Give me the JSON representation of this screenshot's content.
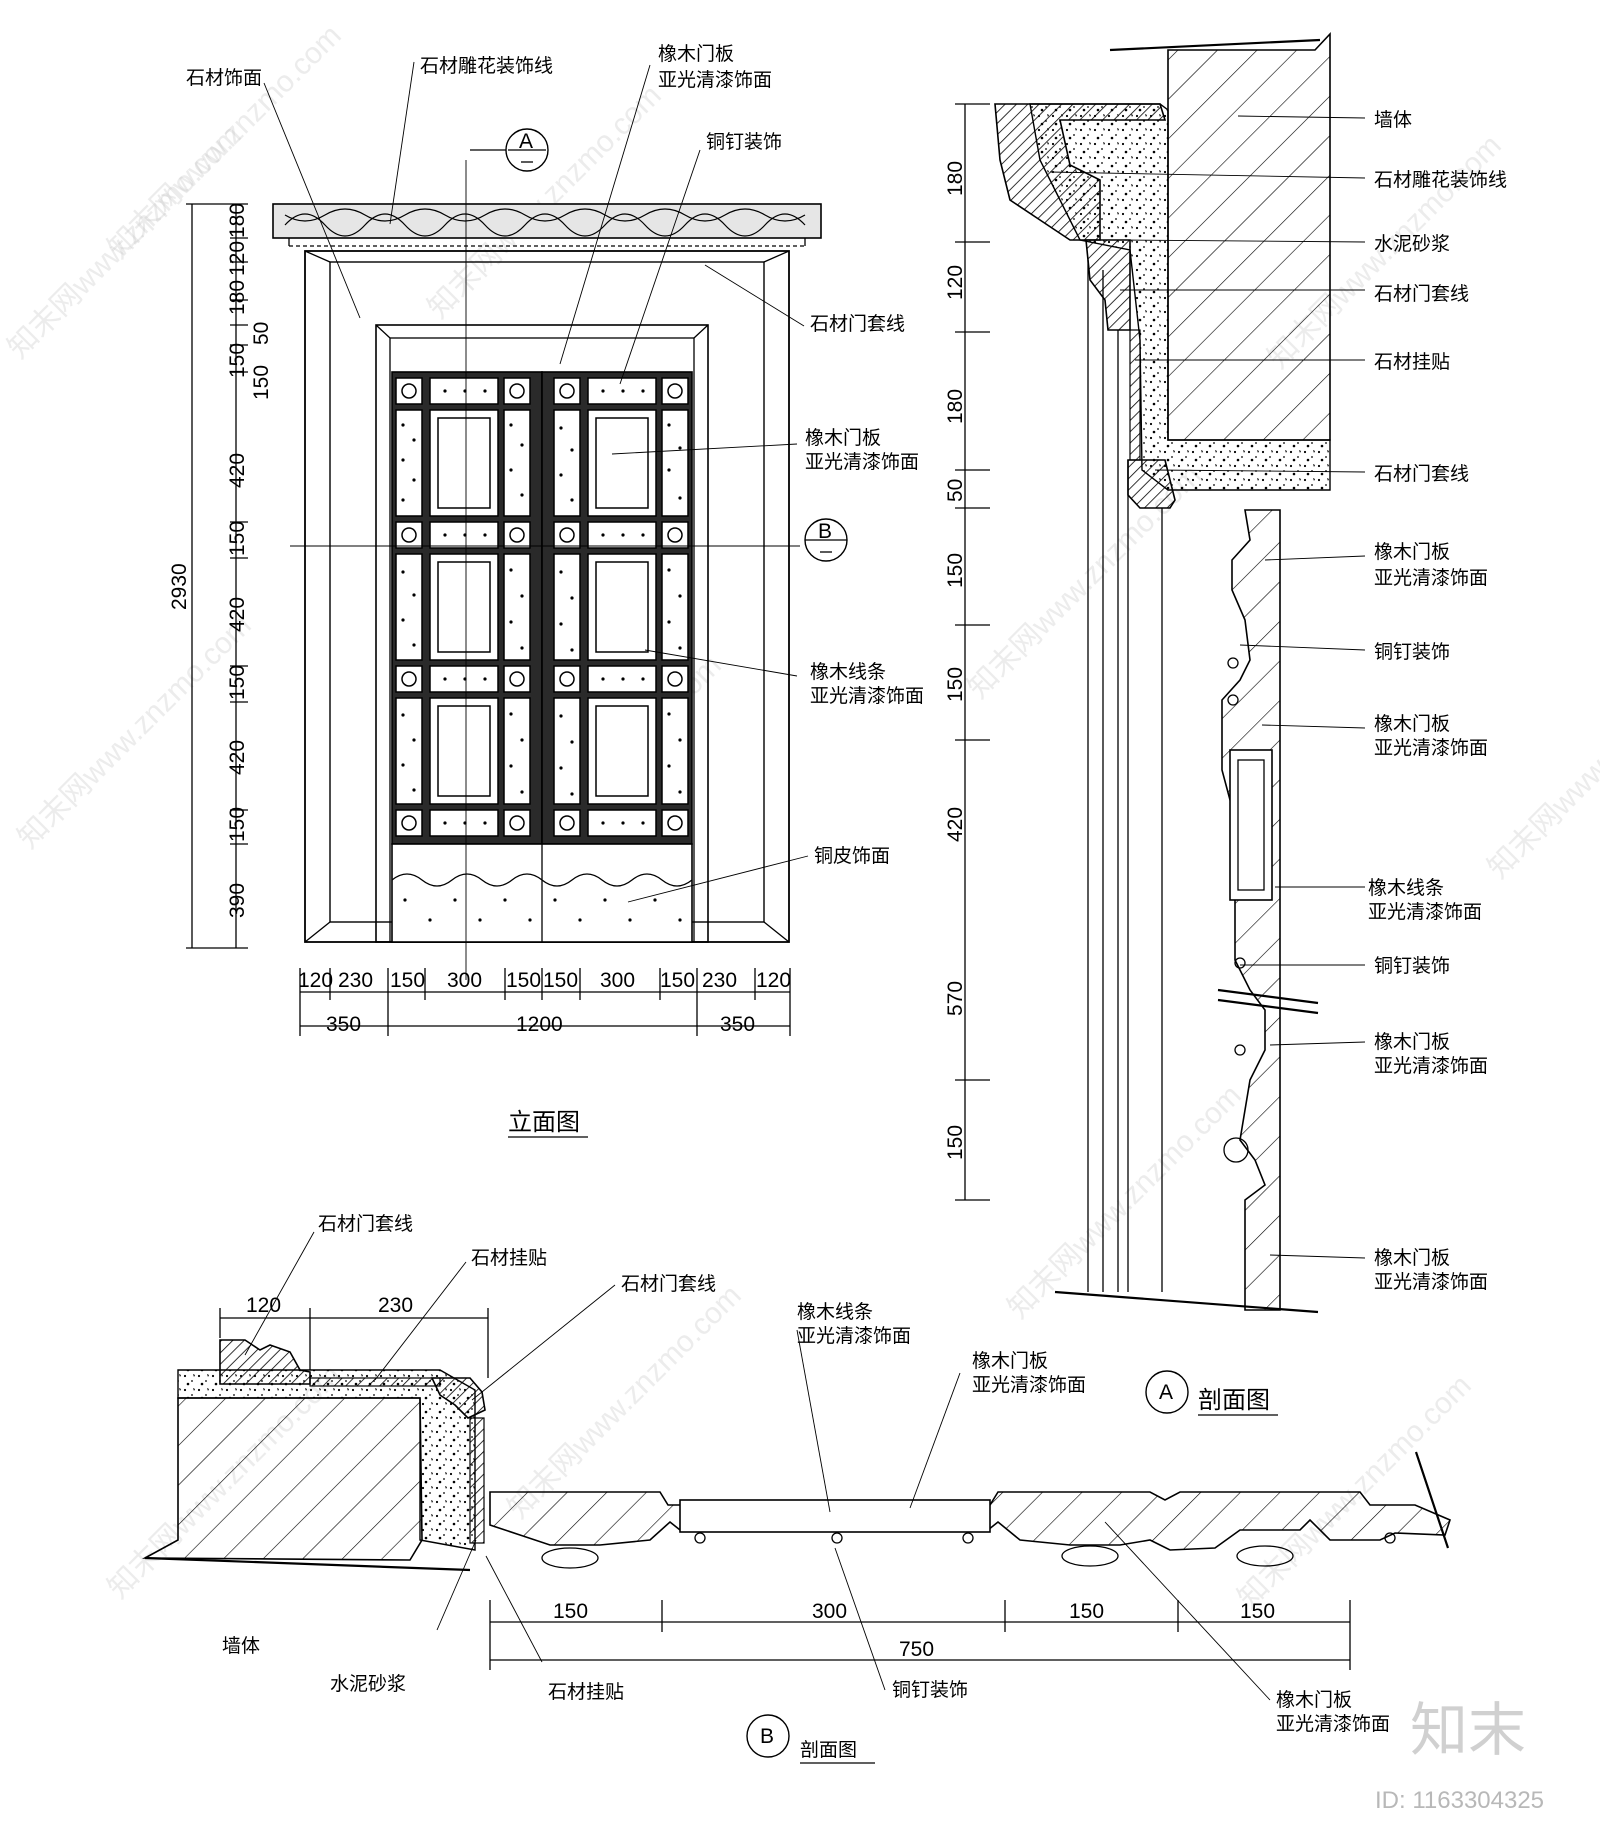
{
  "elevation": {
    "title": "立面图",
    "labels": {
      "stone_face": "石材饰面",
      "carved_line": "石材雕花装饰线",
      "oak_panel_1": "橡木门板",
      "oak_panel_2": "亚光清漆饰面",
      "copper_nail": "铜钉装饰",
      "stone_frame": "石材门套线",
      "oak_panel_b1": "橡木门板",
      "oak_panel_b2": "亚光清漆饰面",
      "oak_strip_1": "橡木线条",
      "oak_strip_2": "亚光清漆饰面",
      "copper_skin": "铜皮饰面"
    },
    "left_dims": [
      "180",
      "120",
      "180",
      "50",
      "150",
      "150",
      "420",
      "150",
      "420",
      "150",
      "420",
      "150",
      "390"
    ],
    "total_height": "2930",
    "bottom_dims_row1": [
      "120",
      "230",
      "150",
      "300",
      "150",
      "150",
      "300",
      "150",
      "230",
      "120"
    ],
    "bottom_dims_row2": [
      "350",
      "1200",
      "350"
    ],
    "section_marks": {
      "a_letter": "A",
      "b_letter": "B"
    }
  },
  "section_a": {
    "title": "剖面图",
    "mark": "A",
    "labels": {
      "wall": "墙体",
      "carved_line": "石材雕花装饰线",
      "mortar": "水泥砂浆",
      "stone_frame_1": "石材门套线",
      "stone_hang": "石材挂贴",
      "stone_frame_2": "石材门套线",
      "oak_panel_1a": "橡木门板",
      "oak_panel_1b": "亚光清漆饰面",
      "copper_nail_1": "铜钉装饰",
      "oak_panel_2a": "橡木门板",
      "oak_panel_2b": "亚光清漆饰面",
      "oak_strip_a": "橡木线条",
      "oak_strip_b": "亚光清漆饰面",
      "copper_nail_2": "铜钉装饰",
      "oak_panel_3a": "橡木门板",
      "oak_panel_3b": "亚光清漆饰面",
      "oak_panel_4a": "橡木门板",
      "oak_panel_4b": "亚光清漆饰面"
    },
    "dims": [
      "180",
      "120",
      "180",
      "50",
      "150",
      "150",
      "420",
      "570",
      "150"
    ]
  },
  "section_b": {
    "title": "剖面图",
    "mark": "B",
    "labels": {
      "stone_frame_1": "石材门套线",
      "stone_hang_1": "石材挂贴",
      "stone_frame_2": "石材门套线",
      "oak_strip_a": "橡木线条",
      "oak_strip_b": "亚光清漆饰面",
      "oak_panel_a": "橡木门板",
      "oak_panel_b": "亚光清漆饰面",
      "wall": "墙体",
      "mortar": "水泥砂浆",
      "stone_hang_2": "石材挂贴",
      "copper_nail": "铜钉装饰",
      "oak_panel_c": "橡木门板",
      "oak_panel_d": "亚光清漆饰面"
    },
    "top_dims": [
      "120",
      "230"
    ],
    "dims_row1": [
      "150",
      "300",
      "150",
      "150"
    ],
    "dims_row2": [
      "750"
    ]
  },
  "watermark": {
    "text": "知末网www.znzmo.com",
    "brand": "知末",
    "id_text": "ID: 1163304325"
  }
}
